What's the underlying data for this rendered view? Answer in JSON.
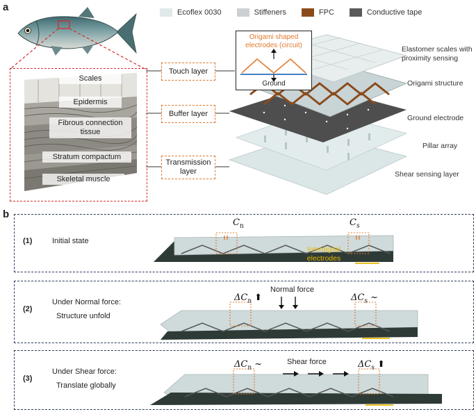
{
  "panels": {
    "a": "a",
    "b": "b"
  },
  "legend": [
    {
      "label": "Ecoflex 0030",
      "color": "#dfe9ea"
    },
    {
      "label": "Stiffeners",
      "color": "#cdd0d2"
    },
    {
      "label": "FPC",
      "color": "#8a4b1c"
    },
    {
      "label": "Conductive tape",
      "color": "#5a5a5a"
    }
  ],
  "tissue_layers": [
    "Scales",
    "Epidermis",
    "Fibrous connection tissue",
    "Stratum compactum",
    "Skeletal muscle"
  ],
  "function_layers": [
    "Touch layer",
    "Buffer layer",
    "Transmission layer"
  ],
  "inset": {
    "title": "Origami shaped electrodes (circuit)",
    "ground": "Ground"
  },
  "stack_labels": [
    "Elastomer scales with proximity sensing",
    "Origami structure",
    "Ground electrode",
    "Pillar array",
    "Shear sensing layer"
  ],
  "states": [
    {
      "num": "(1)",
      "lines": [
        "Initial state"
      ]
    },
    {
      "num": "(2)",
      "lines": [
        "Under Normal force:",
        "Structure unfold"
      ]
    },
    {
      "num": "(3)",
      "lines": [
        "Under Shear force:",
        "Translate globally"
      ]
    }
  ],
  "state1": {
    "cn": "C",
    "cn_sub": "n",
    "cs": "C",
    "cs_sub": "s",
    "electrodes": "Interdigital electrodes"
  },
  "state2": {
    "dcn": "ΔC",
    "dcn_sub": "n",
    "arrow_n": "⬆",
    "force": "Normal force",
    "dcs": "ΔC",
    "dcs_sub": "s",
    "tilde": "~"
  },
  "state3": {
    "dcn": "ΔC",
    "dcn_sub": "n",
    "tilde": "~",
    "force": "Shear force",
    "dcs": "ΔC",
    "dcs_sub": "s",
    "arrow_s": "⬆"
  }
}
